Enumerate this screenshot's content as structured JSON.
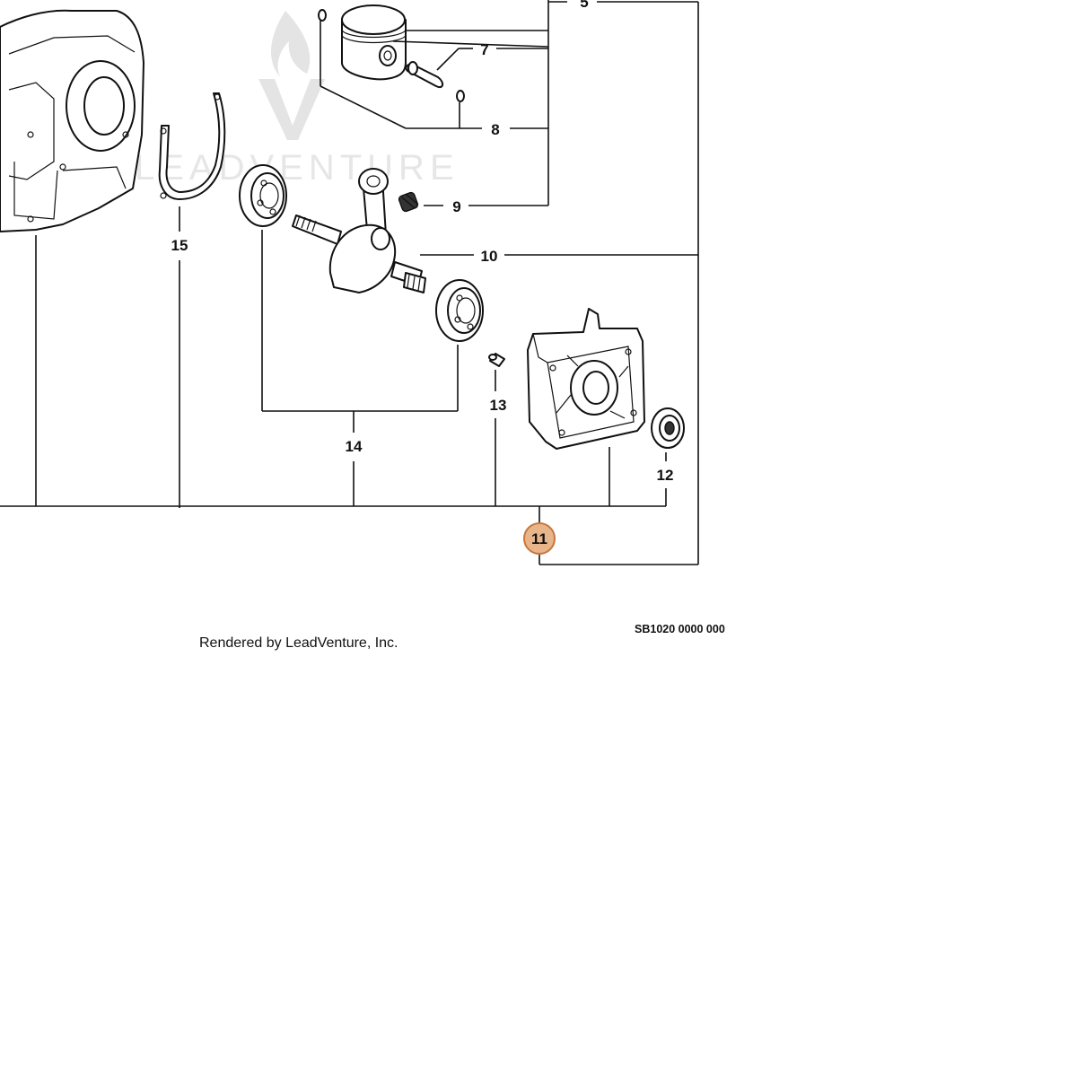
{
  "watermark": {
    "text": "LEADVENTURE"
  },
  "callouts": {
    "c5": "5",
    "c7": "7",
    "c8": "8",
    "c9": "9",
    "c10": "10",
    "c11": "11",
    "c12": "12",
    "c13": "13",
    "c14": "14",
    "c15": "15"
  },
  "highlight": {
    "callout": "11",
    "fill_color": "#E8B48A",
    "stroke_color": "#C8763C"
  },
  "footer": {
    "rendered_by": "Rendered by LeadVenture, Inc.",
    "diagram_code": "SB1020 0000 000"
  }
}
